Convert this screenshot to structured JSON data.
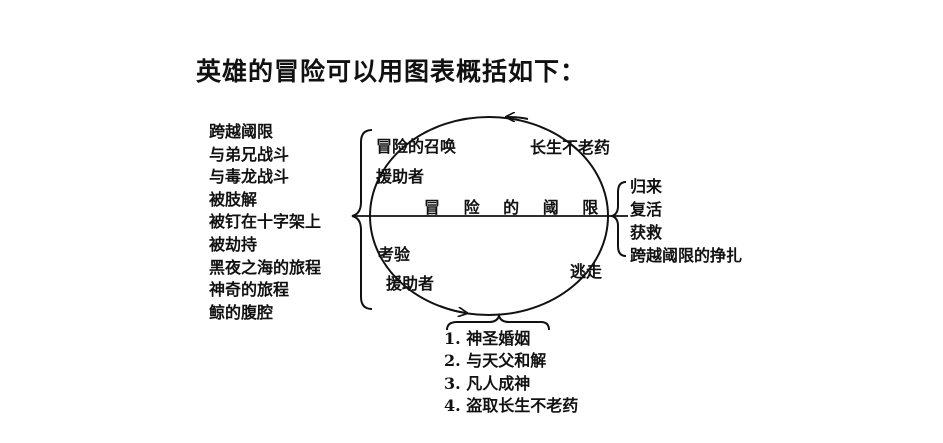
{
  "title": "英雄的冒险可以用图表概括如下：",
  "circle": {
    "top_left_labels": [
      "冒险的召唤",
      "援助者"
    ],
    "top_right_label": "长生不老药",
    "threshold_label": "冒 险 的 阈 限",
    "bottom_left_labels": [
      "考验",
      "援助者"
    ],
    "bottom_right_label": "逃走"
  },
  "left_list": [
    "跨越阈限",
    "与弟兄战斗",
    "与毒龙战斗",
    "被肢解",
    "被钉在十字架上",
    "被劫持",
    "黑夜之海的旅程",
    "神奇的旅程",
    "鲸的腹腔"
  ],
  "right_list": [
    "归来",
    "复活",
    "获救",
    "跨越阈限的挣扎"
  ],
  "bottom_list": [
    "1. 神圣婚姻",
    "2. 与天父和解",
    "3. 凡人成神",
    "4. 盗取长生不老药"
  ]
}
